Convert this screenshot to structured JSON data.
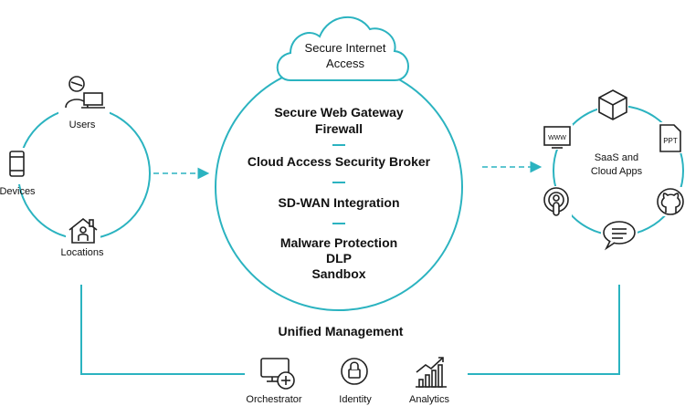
{
  "cloud": {
    "line1": "Secure Internet",
    "line2": "Access"
  },
  "center": {
    "swg_line1": "Secure Web Gateway",
    "swg_line2": "Firewall",
    "casb": "Cloud Access Security Broker",
    "sdwan": "SD-WAN Integration",
    "mp_line1": "Malware Protection",
    "mp_line2": "DLP",
    "mp_line3": "Sandbox"
  },
  "left": {
    "users": "Users",
    "devices": "Devices",
    "locations": "Locations"
  },
  "right": {
    "saas_line1": "SaaS and",
    "saas_line2": "Cloud Apps",
    "www_label": "WWW",
    "ppt_label": "PPT"
  },
  "bottom": {
    "title": "Unified Management",
    "orchestrator": "Orchestrator",
    "identity": "Identity",
    "analytics": "Analytics"
  },
  "colors": {
    "accent": "#2bb3c0",
    "text": "#111111",
    "stroke": "#222222"
  }
}
